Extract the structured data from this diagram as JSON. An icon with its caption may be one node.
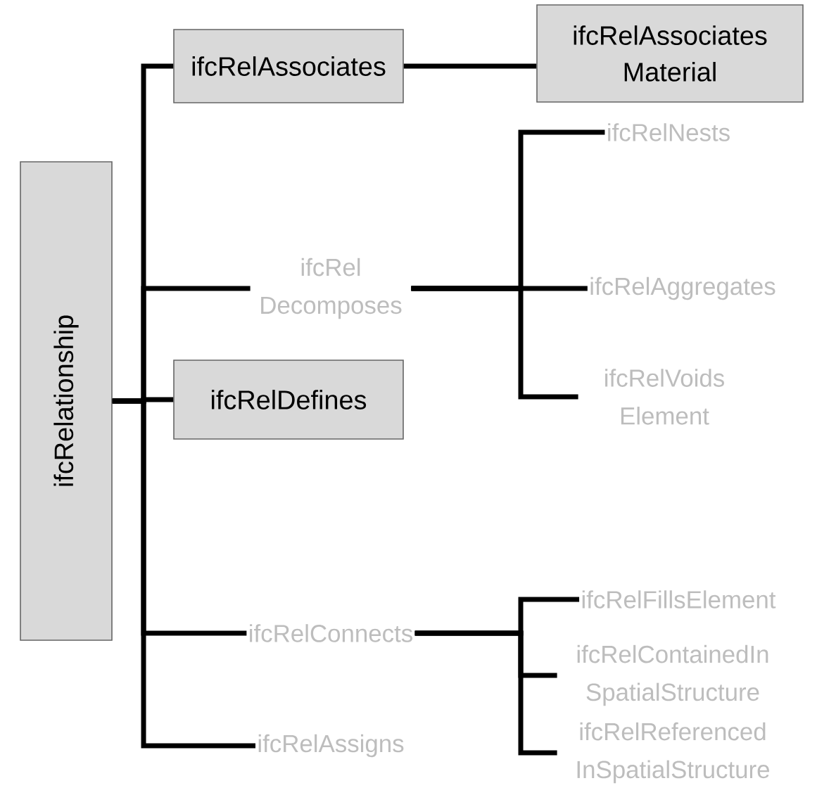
{
  "diagram": {
    "nodes": [
      {
        "text": [
          "ifcRelationship"
        ]
      },
      {
        "text": [
          "ifcRelAssociates"
        ]
      },
      {
        "text": [
          "ifcRelAssociates Material"
        ]
      },
      {
        "text": [
          "ifcRel Decomposes"
        ]
      },
      {
        "text": [
          "ifcRelNests"
        ]
      },
      {
        "text": [
          "ifcRelAggregates"
        ]
      },
      {
        "text": [
          "ifcRelVoids Element"
        ]
      },
      {
        "text": [
          "ifcRelDefines"
        ]
      },
      {
        "text": [
          "ifcRelConnects"
        ]
      },
      {
        "text": [
          "ifcRelFillsElement"
        ]
      },
      {
        "text": [
          "ifcRelContainedIn SpatialStructure"
        ]
      },
      {
        "text": [
          "ifcRelReferenced InSpatialStructure"
        ]
      },
      {
        "text": [
          "ifcRelAssigns"
        ]
      }
    ],
    "edges": [
      {
        "from": 0,
        "to": 1,
        "arrow": "none"
      },
      {
        "from": 1,
        "to": 2,
        "arrow": "none"
      },
      {
        "from": 0,
        "to": 3,
        "arrow": "none"
      },
      {
        "from": 3,
        "to": 4,
        "arrow": "none"
      },
      {
        "from": 3,
        "to": 5,
        "arrow": "none"
      },
      {
        "from": 3,
        "to": 6,
        "arrow": "none"
      },
      {
        "from": 0,
        "to": 7,
        "arrow": "none"
      },
      {
        "from": 0,
        "to": 8,
        "arrow": "none"
      },
      {
        "from": 8,
        "to": 9,
        "arrow": "none"
      },
      {
        "from": 8,
        "to": 10,
        "arrow": "none"
      },
      {
        "from": 8,
        "to": 11,
        "arrow": "none"
      },
      {
        "from": 0,
        "to": 12,
        "arrow": "none"
      }
    ]
  }
}
